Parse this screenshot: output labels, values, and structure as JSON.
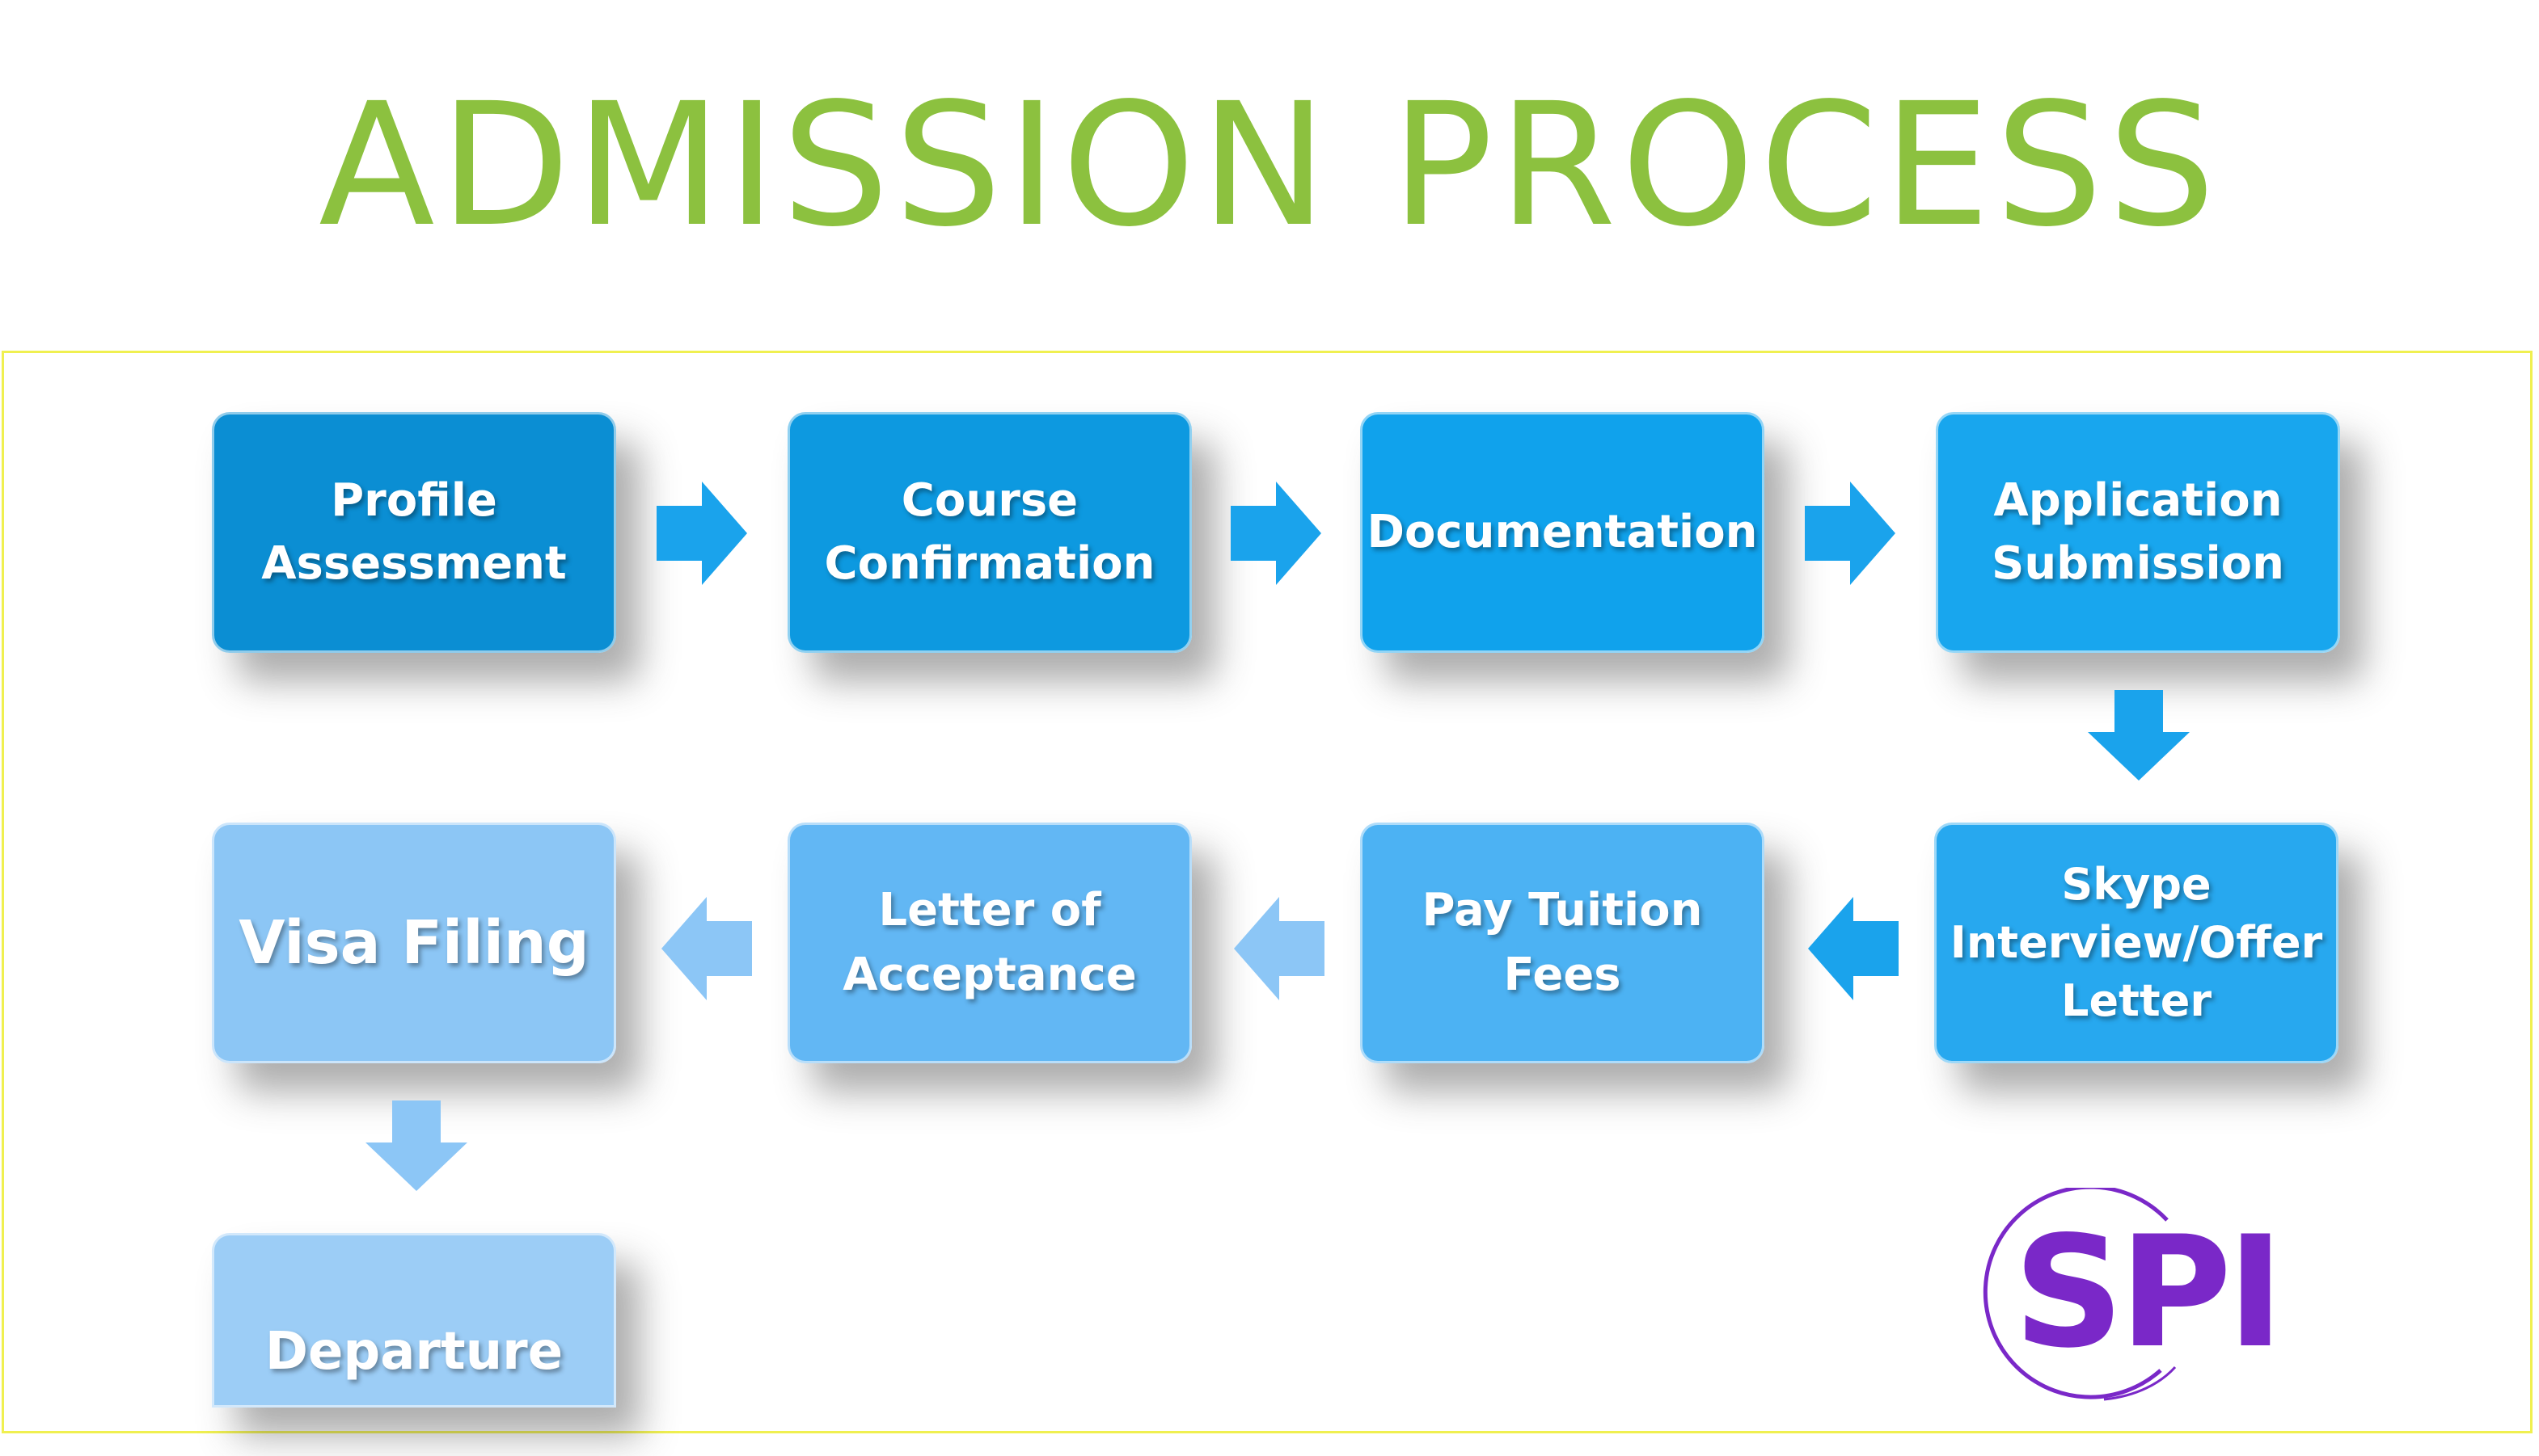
{
  "title": "ADMISSION PROCESS",
  "colors": {
    "title": "#8cc13f",
    "frame_border": "#f0f050",
    "step_profile": "#0b8ed3",
    "step_course": "#0d99e0",
    "step_documentation": "#10a2ec",
    "step_application": "#18a6ee",
    "step_skype": "#27a8ef",
    "step_pay": "#4cb2f3",
    "step_letter": "#62b7f4",
    "step_visa": "#8cc6f5",
    "step_departure": "#9ccdf6",
    "arrow_dark": "#1aa3ec",
    "arrow_light": "#8cc6f6",
    "logo": "#7a28c8"
  },
  "steps": [
    {
      "label": "Profile\nAssessment"
    },
    {
      "label": "Course\nConfirmation"
    },
    {
      "label": "Documentation"
    },
    {
      "label": "Application\nSubmission"
    },
    {
      "label": "Skype\nInterview/Offer\nLetter"
    },
    {
      "label": "Pay Tuition\nFees"
    },
    {
      "label": "Letter of\nAcceptance"
    },
    {
      "label": "Visa Filing"
    },
    {
      "label": "Departure"
    }
  ],
  "logo": {
    "text": "SPI",
    "icon": "circle-swoosh-icon"
  }
}
